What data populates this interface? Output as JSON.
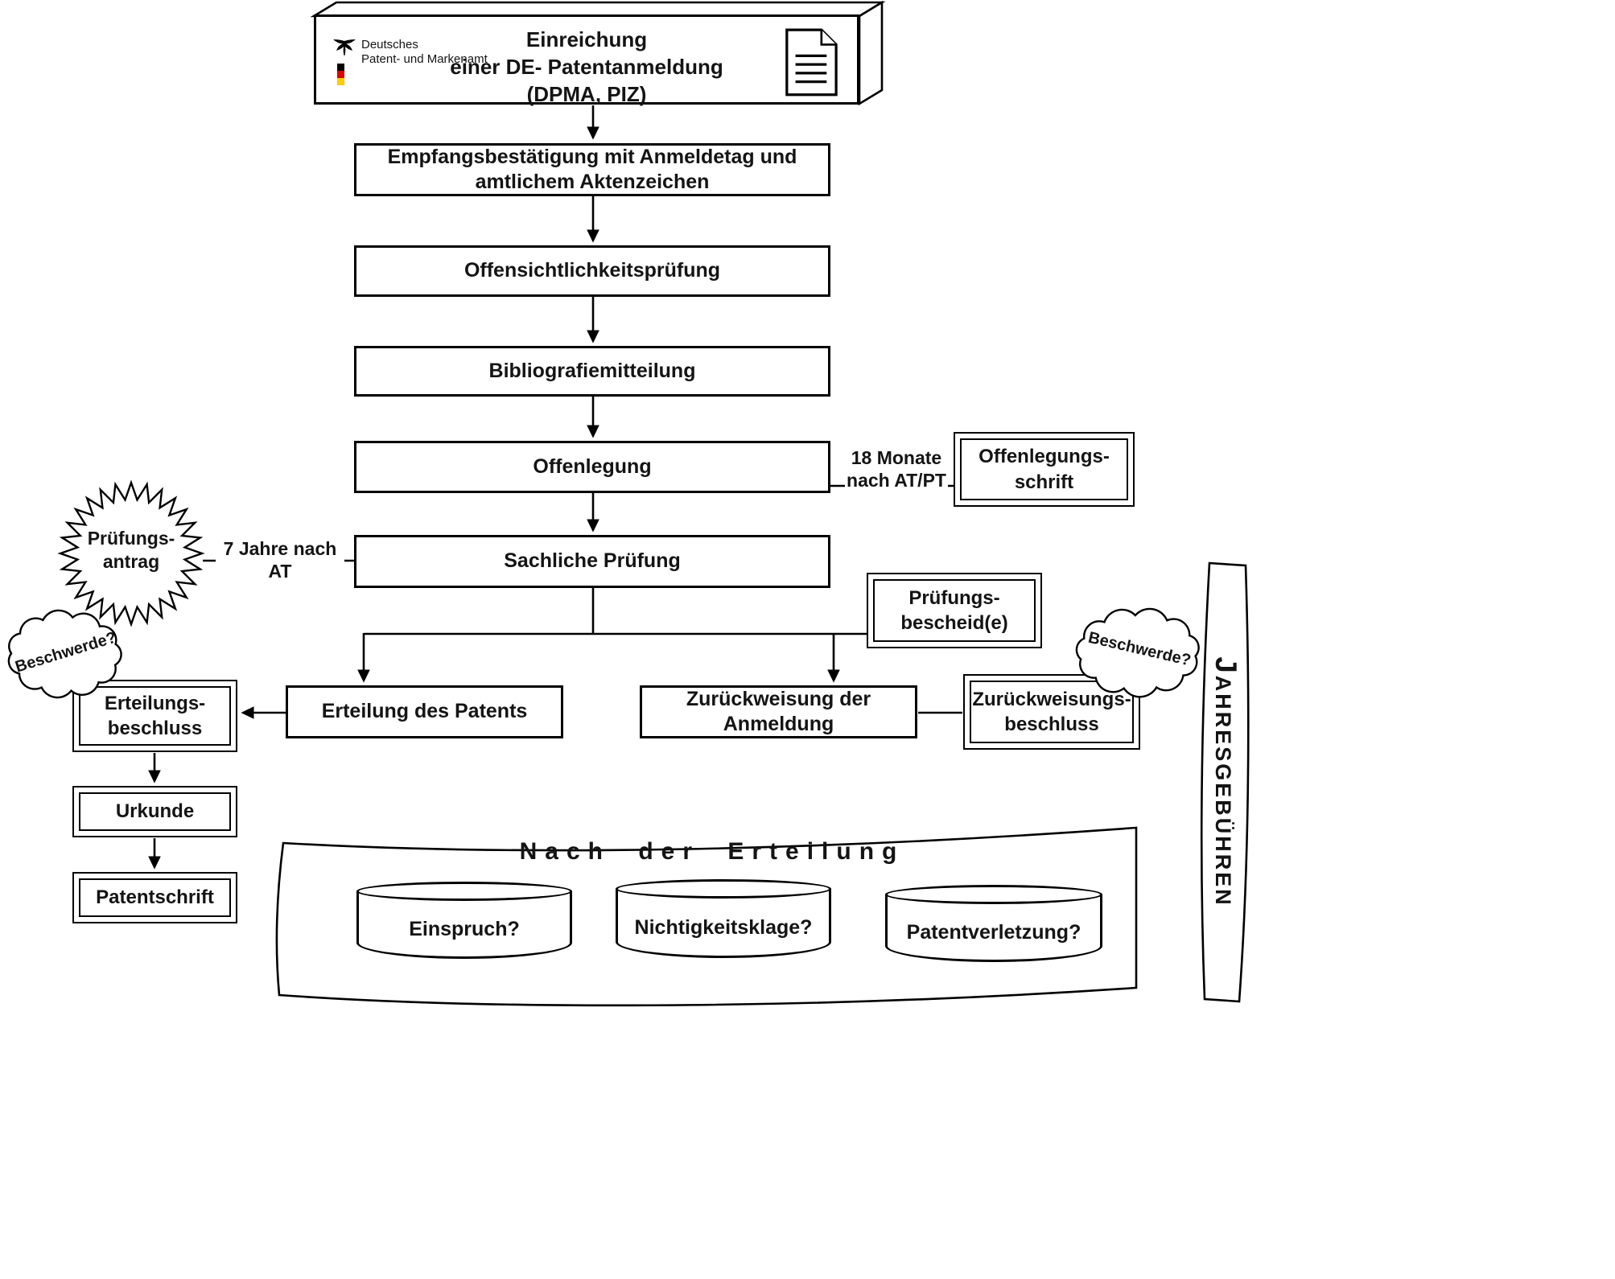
{
  "colors": {
    "ink": "#141414",
    "border": "#000000",
    "flag_black": "#000000",
    "flag_red": "#dd0000",
    "flag_gold": "#ffcc00"
  },
  "header": {
    "logo_text": "Deutsches\nPatent- und Markenamt",
    "title": "Einreichung\neiner DE- Patentanmeldung\n(DPMA, PIZ)"
  },
  "flow": {
    "empfangsbestaetigung": "Empfangsbestätigung mit Anmeldetag und\namtlichem Aktenzeichen",
    "offensichtlichkeitspruefung": "Offensichtlichkeitsprüfung",
    "bibliografiemitteilung": "Bibliografiemitteilung",
    "offenlegung": "Offenlegung",
    "sachliche_pruefung": "Sachliche Prüfung",
    "erteilung": "Erteilung des Patents",
    "zurueckweisung": "Zurückweisung der\nAnmeldung"
  },
  "side": {
    "monate_label": "18 Monate\nnach AT/PT",
    "offenlegungsschrift": "Offenlegungs-\nschrift",
    "pruefungsantrag": "Prüfungs-\nantrag",
    "jahre_label": "7 Jahre nach AT",
    "pruefungsbescheid": "Prüfungs-\nbescheid(e)",
    "zurueckweisungsbeschluss": "Zurückweisungs-\nbeschluss",
    "erteilungsbeschluss": "Erteilungs-\nbeschluss",
    "urkunde": "Urkunde",
    "patentschrift": "Patentschrift",
    "beschwerde_left": "Beschwerde?",
    "beschwerde_right": "Beschwerde?"
  },
  "after_grant": {
    "title": "Nach der Erteilung",
    "items": [
      "Einspruch?",
      "Nichtigkeitsklage?",
      "Patentverletzung?"
    ]
  },
  "right_banner": {
    "label": "JAHRESGEBÜHREN"
  }
}
